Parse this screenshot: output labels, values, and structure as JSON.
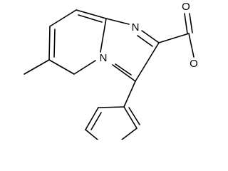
{
  "molecule": {
    "atoms": {
      "n_imidazole": "N",
      "n_bridge": "N",
      "o_carbonyl": "O",
      "o_ester": "O"
    }
  },
  "colors": {
    "bond": "#000000",
    "background": "#ffffff"
  }
}
